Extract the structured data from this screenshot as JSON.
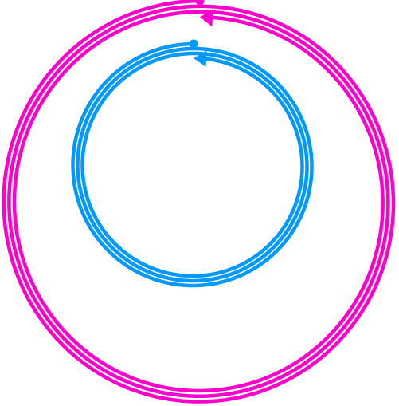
{
  "diagram": {
    "spirals": [
      {
        "name": "outer-spiral",
        "color": "#ff00cc",
        "turns": 3,
        "direction": "counterclockwise"
      },
      {
        "name": "inner-spiral",
        "color": "#0099ff",
        "turns": 3,
        "direction": "counterclockwise"
      }
    ]
  }
}
